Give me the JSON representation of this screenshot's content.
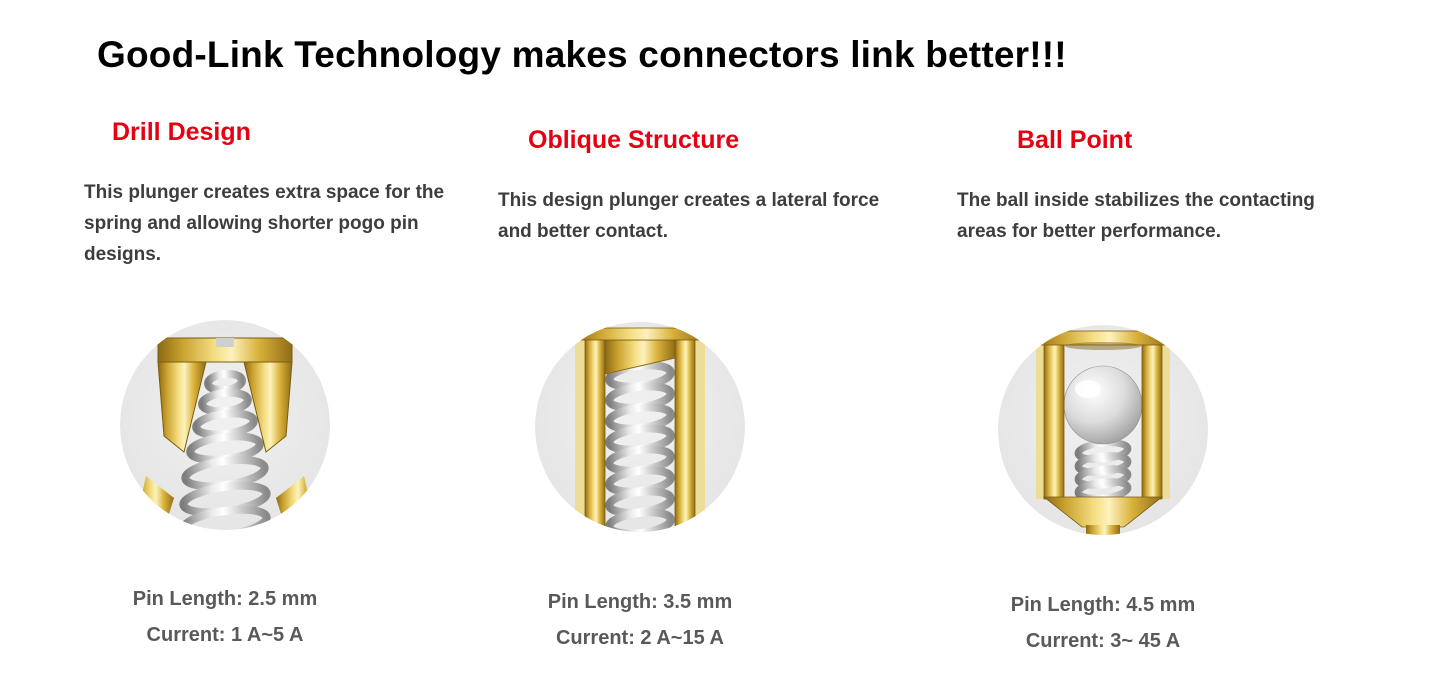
{
  "page": {
    "title": "Good-Link Technology makes connectors link better!!!"
  },
  "colors": {
    "heading_red": "#e60012",
    "title_black": "#000000",
    "description_gray": "#3d3d3d",
    "spec_gray": "#595959",
    "gold": "#e8c654",
    "silver": "#d0d0d0"
  },
  "columns": [
    {
      "heading": "Drill Design",
      "description": "This plunger creates extra space for the spring and allowing shorter pogo pin designs.",
      "figure": "drill-design-pogo-pin-cutaway",
      "pin_length": "Pin Length: 2.5 mm",
      "current": "Current: 1 A~5 A"
    },
    {
      "heading": "Oblique Structure",
      "description": "This design plunger creates a lateral force and better contact.",
      "figure": "oblique-structure-pogo-pin-cutaway",
      "pin_length": "Pin Length: 3.5 mm",
      "current": "Current: 2 A~15 A"
    },
    {
      "heading": "Ball Point",
      "description": "The ball inside stabilizes the contacting areas for better performance.",
      "figure": "ball-point-pogo-pin-cutaway",
      "pin_length": "Pin Length: 4.5 mm",
      "current": "Current: 3~ 45 A"
    }
  ]
}
